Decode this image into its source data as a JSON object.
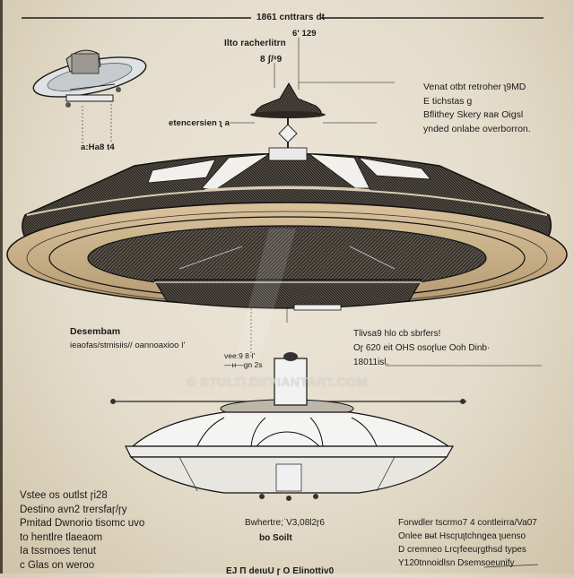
{
  "header": {
    "title": "1861 cnttrars dt"
  },
  "callouts": {
    "top_ref": "6ʹ 129",
    "top_label": "Ilto racherlitrn",
    "top_sub": "8 ʃ/ˣ9",
    "left_arrow_label": "etencersien ʅ a",
    "small_craft_label": "a:Ha8 t4"
  },
  "note_top_right": {
    "lines": [
      "Venat otbt retroher ʅ9MD",
      "E tichstas g",
      "Bflithey Skery ʀaʀ Oigsl",
      "ynded onlabe overborron."
    ]
  },
  "note_mid_left": {
    "heading": "Desembam",
    "line": "ieaofas/stmisiis//    oannoaxioo ǀ'"
  },
  "note_mid_center": {
    "lines": [
      "vee:9 8 ǀ'",
      "—ʜ—gn 2s"
    ]
  },
  "note_mid_right": {
    "lines": [
      "Tlivsa9 hlo cb sbrfers!",
      "Oɼ 620 eit OHS osoɽlue Ooh Dinb·",
      "18011isl."
    ]
  },
  "watermark": "© STULTI.DEVIANTART.COM",
  "note_bottom_left": {
    "lines": [
      "Vstee os outlst ɼi28",
      "Destino avn2 trersfaɼ/ɼy",
      "Pmitad Dwnorio tisomc uvo",
      "to hentlre tlaeaom",
      "Ia tssrnoes tenut",
      "c Glas on weroo"
    ]
  },
  "note_bottom_center": {
    "lines": [
      "Bwhertre;ˈV3,08l2ɼ6",
      "bo Soilt"
    ],
    "footer": "EJ Π deιuU ɼ O  Elinottiv0"
  },
  "note_bottom_right": {
    "lines": [
      "Forwdler tscrmo7 4  contleirra/Va07",
      "Onlee ʙʉt Ηscɼuʅtchngea ʅuenso",
      "D cremneo Lrcɼfeeuɼgthsd types",
      "Y120tnnoidlsn Dsemsoeunify"
    ]
  },
  "colors": {
    "paper": "#e6dfcf",
    "ink": "#1a1a1a",
    "hull_dark": "#2e2a26",
    "hull_tan": "#c7ae86",
    "hull_light": "#f2f0ec"
  }
}
